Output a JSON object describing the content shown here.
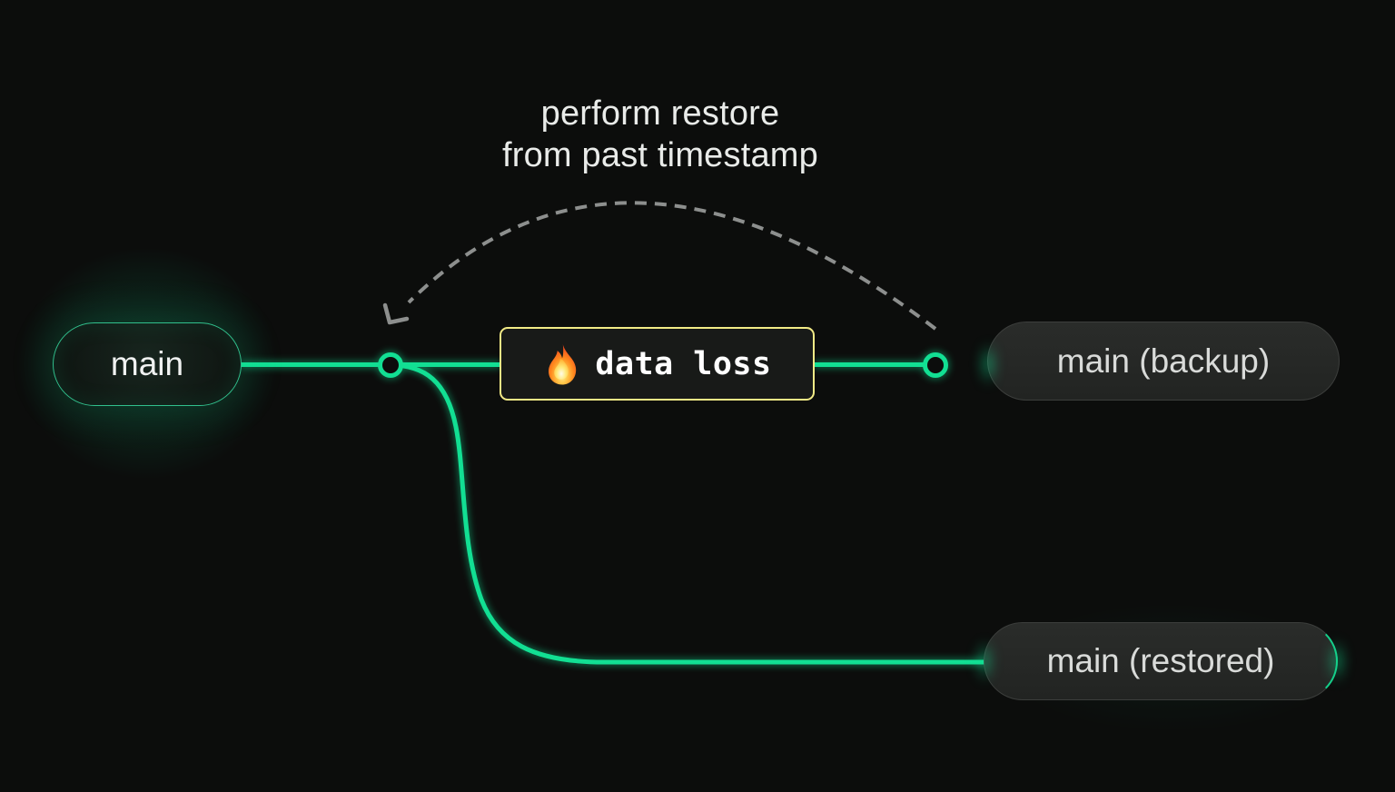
{
  "annotation": {
    "line1": "perform restore",
    "line2": "from past timestamp"
  },
  "event_box": {
    "label": "data loss",
    "icon": "fire-icon"
  },
  "branches": {
    "main": {
      "label": "main"
    },
    "backup": {
      "label": "main (backup)"
    },
    "restored": {
      "label": "main (restored)"
    }
  },
  "connectors": {
    "branch_points": 2,
    "dashed_arrow": "from main (backup) timeline back to branch point on main"
  },
  "colors": {
    "bg": "#0c0d0c",
    "branch_line": "#12df93",
    "dash": "#8d8f8e",
    "event_border": "#f2ea86",
    "text_primary": "#e9ebe9",
    "node_fill": "#252725",
    "node_border": "#3c3e3c",
    "node_text": "#d9dbd9"
  }
}
